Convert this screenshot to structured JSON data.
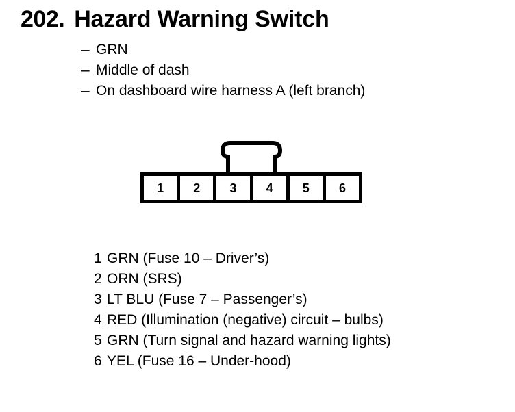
{
  "header": {
    "number": "202.",
    "title": "Hazard Warning Switch"
  },
  "notes": {
    "dash": "–",
    "items": [
      "GRN",
      "Middle of dash",
      "On dashboard wire harness A (left branch)"
    ]
  },
  "connector": {
    "latch_icon": "connector-latch-tab",
    "pins": [
      "1",
      "2",
      "3",
      "4",
      "5",
      "6"
    ]
  },
  "legend": {
    "rows": [
      {
        "num": "1",
        "desc": "GRN (Fuse 10 – Driver’s)"
      },
      {
        "num": "2",
        "desc": "ORN (SRS)"
      },
      {
        "num": "3",
        "desc": "LT BLU (Fuse 7 – Passenger’s)"
      },
      {
        "num": "4",
        "desc": "RED (Illumination (negative) circuit – bulbs)"
      },
      {
        "num": "5",
        "desc": "GRN (Turn signal and hazard warning lights)"
      },
      {
        "num": "6",
        "desc": "YEL (Fuse 16 – Under-hood)"
      }
    ]
  },
  "colors": {
    "ink": "#000000",
    "paper": "#ffffff"
  }
}
